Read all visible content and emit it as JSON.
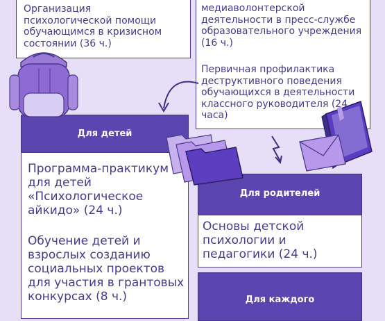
{
  "colors": {
    "background": "#e6e0f7",
    "box_fill": "#ffffff",
    "band": "#5b46b0",
    "text": "#4a3a8c",
    "accent_light": "#b89ee8"
  },
  "top_left": {
    "course": "Организация психологической помощи обучающимся в кризисном состоянии (36 ч.)"
  },
  "top_right": {
    "course_1": "медиаволонтерской деятельности в пресс-службе образовательного учреждения (16 ч.)",
    "course_2": "Первичная профилактика деструктивного поведения обучающихся в деятельности классного руководителя (24 часа)"
  },
  "children": {
    "label": "Для детей",
    "course_1": "Программа-практикум для детей «Психологическое айкидо» (24 ч.)",
    "course_2": "Обучение детей и взрослых созданию социальных проектов для участия в грантовых конкурсах (8 ч.)"
  },
  "parents": {
    "label": "Для родителей",
    "course_1": "Основы детской психологии и педагогики (24 ч.)"
  },
  "everyone": {
    "label": "Для каждого"
  },
  "icons": [
    "backpack-icon",
    "folder-icon",
    "book-icon",
    "envelope-icon",
    "curved-arrow-icon",
    "zigzag-arrow-icon"
  ]
}
